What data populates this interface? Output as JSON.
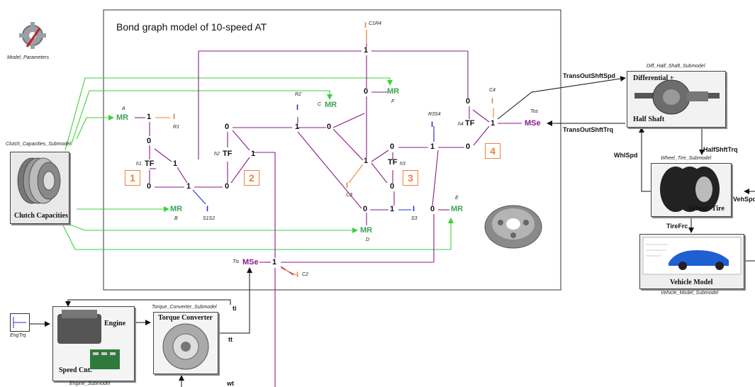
{
  "diagram": {
    "title": "Bond graph model of 10-speed AT",
    "blocks": {
      "model_parameters": "Model_Parameters",
      "clutch_title": "Clutch_Capacities_Submodel",
      "clutch_label": "Clutch Capacities",
      "diff_title": "Diff_Half_Shaft_Submodel",
      "diff_label_top": "Differential +",
      "diff_label_bottom": "Half Shaft",
      "wheel_title": "Wheel_Tire_Submodel",
      "wheel_label": "Wheel+Tire",
      "vehicle_label": "Vehicle Model",
      "vehicle_title": "Vehicle_Model_Submodel",
      "engine_label": "Engine",
      "speed_label": "Speed Cnt.",
      "engine_title": "Engine_Submodel",
      "tc_title": "Torque_Converter_Submodel",
      "tc_label": "Torque Converter",
      "engtrq_label": "EngTrq"
    },
    "signals": {
      "trans_out_spd": "TransOutShftSpd",
      "trans_out_trq": "TransOutShftTrq",
      "whl_spd": "WhlSpd",
      "half_shft_trq": "HalfShftTrq",
      "veh_spd": "VehSpd",
      "tire_frc": "TireFrc",
      "ti": "ti",
      "tt": "tt",
      "wt": "wt"
    },
    "element_labels": {
      "A": "A",
      "R1": "R1",
      "h1": "h1",
      "B": "B",
      "S1S2": "S1S2",
      "h2": "h2",
      "R2": "R2",
      "C": "C",
      "C1R4": "C1R4",
      "F": "F",
      "C3": "C3",
      "h3": "h3",
      "R3S4": "R3S4",
      "S3": "S3",
      "D": "D",
      "E": "E",
      "C4": "C4",
      "h4": "h4",
      "Tos": "Tos",
      "Tis": "Tis",
      "C2": "C2"
    },
    "junction_one": "1",
    "junction_zero": "0",
    "tf": "TF",
    "mr": "MR",
    "mse": "MSe",
    "i_elem": "I",
    "stage_numbers": [
      "1",
      "2",
      "3",
      "4"
    ]
  }
}
